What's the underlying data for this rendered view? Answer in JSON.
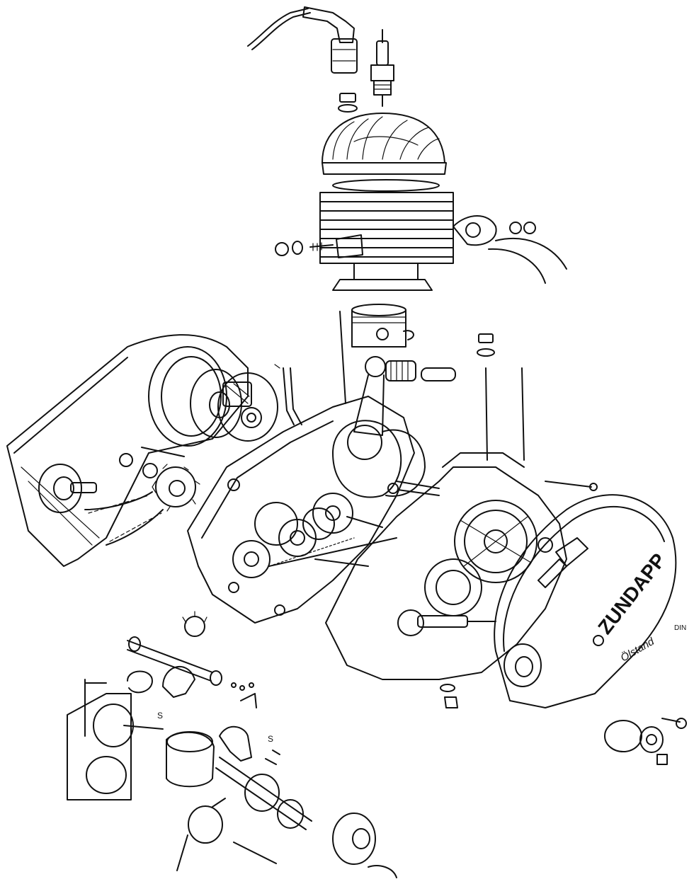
{
  "diagram": {
    "cover_brand": "ZUNDAPP",
    "cover_marking": "Ölstand",
    "margin_text": "DIN",
    "part_marks": [
      "S",
      "S"
    ]
  }
}
